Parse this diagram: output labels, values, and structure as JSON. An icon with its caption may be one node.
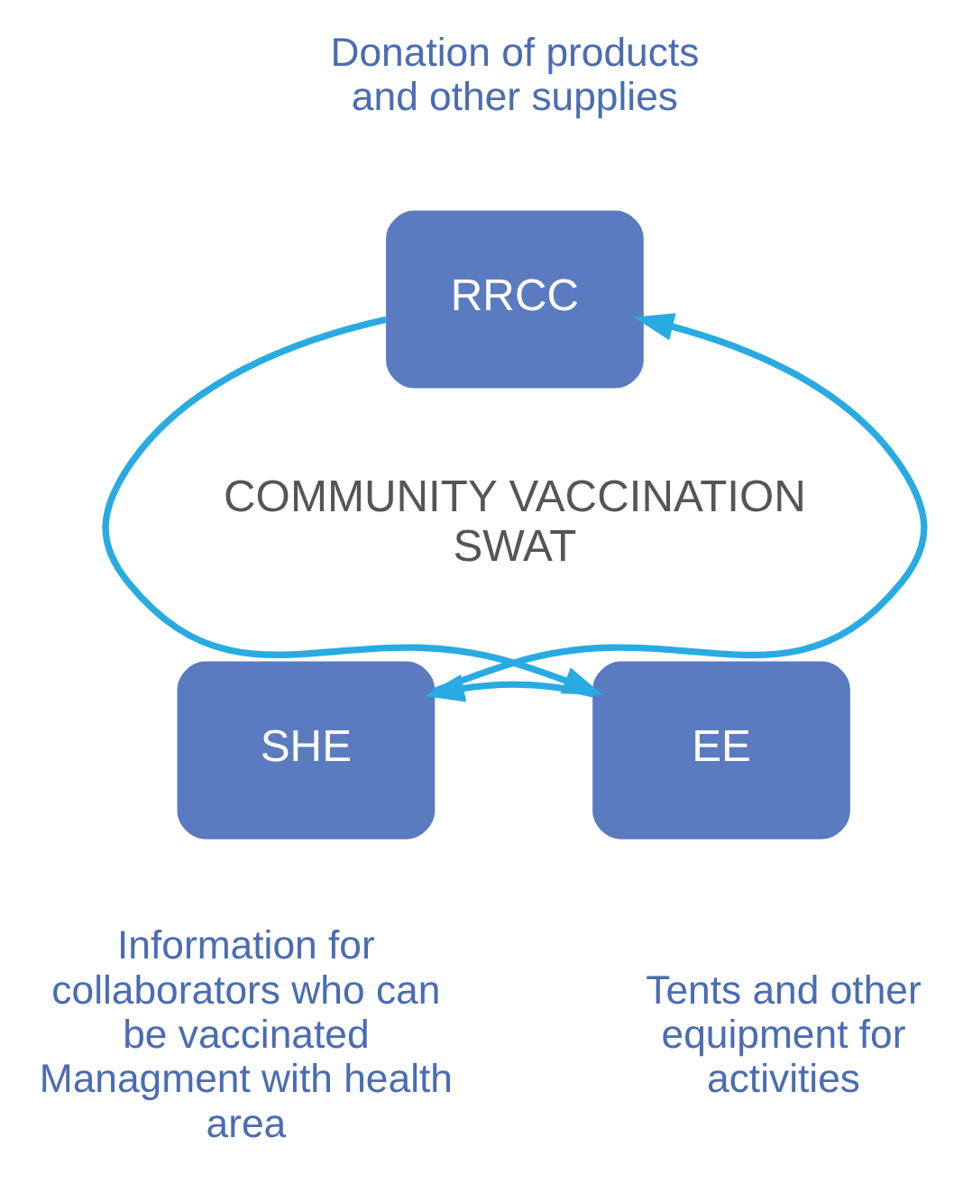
{
  "diagram": {
    "nodes": [
      {
        "text": [
          "RRCC"
        ],
        "beside": [
          "Donation of products and other supplies"
        ]
      },
      {
        "text": [
          "EE"
        ],
        "beside": [
          "Tents and other equipment for activities"
        ]
      },
      {
        "text": [
          "SHE"
        ],
        "beside": [
          "Information for collaborators who can be vaccinated Managment with health area"
        ]
      }
    ],
    "edges": [
      {
        "from": 0,
        "to": 1,
        "arrow": "to"
      },
      {
        "from": 1,
        "to": 2,
        "arrow": "to"
      },
      {
        "from": 2,
        "to": 0,
        "arrow": "to"
      }
    ],
    "labels": [
      "COMMUNITY VACCINATION SWAT"
    ]
  }
}
